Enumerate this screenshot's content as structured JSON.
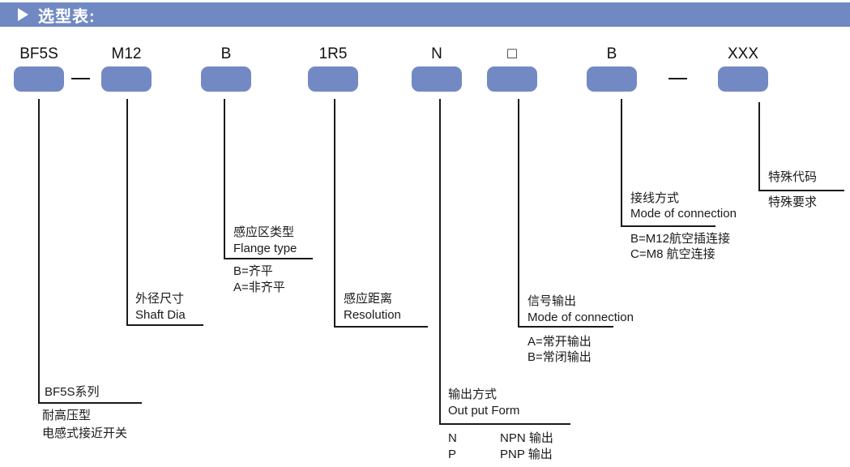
{
  "header": {
    "title": "选型表:"
  },
  "model_code": {
    "separator": "—",
    "segments": [
      {
        "code": "BF5S"
      },
      {
        "code": "M12"
      },
      {
        "code": "B"
      },
      {
        "code": "1R5"
      },
      {
        "code": "N"
      },
      {
        "code": "□"
      },
      {
        "code": "B"
      },
      {
        "code": "XXX"
      }
    ]
  },
  "annotations": {
    "series": {
      "label": "BF5S系列",
      "desc_line1": "耐高压型",
      "desc_line2": "电感式接近开关"
    },
    "shaft_dia": {
      "zh": "外径尺寸",
      "en": "Shaft Dia"
    },
    "flange_type": {
      "zh": "感应区类型",
      "en": "Flange type",
      "options": [
        "B=齐平",
        "A=非齐平"
      ]
    },
    "resolution": {
      "zh": "感应距离",
      "en": "Resolution"
    },
    "output_form": {
      "zh": "输出方式",
      "en": "Out put Form",
      "options": [
        {
          "key": "N",
          "label": "NPN 输出"
        },
        {
          "key": "P",
          "label": "PNP 输出"
        }
      ]
    },
    "signal_output": {
      "zh": "信号输出",
      "en": "Mode of connection",
      "options": [
        "A=常开输出",
        "B=常闭输出"
      ]
    },
    "connection": {
      "zh": "接线方式",
      "en": "Mode of connection",
      "options": [
        "B=M12航空插连接",
        "C=M8 航空连接"
      ]
    },
    "special_code": {
      "label": "特殊代码",
      "desc": "特殊要求"
    }
  },
  "colors": {
    "header_bar": "#7089c2",
    "block_fill": "#7389c4",
    "line": "#1a1a1a",
    "text": "#1a1a1a"
  }
}
